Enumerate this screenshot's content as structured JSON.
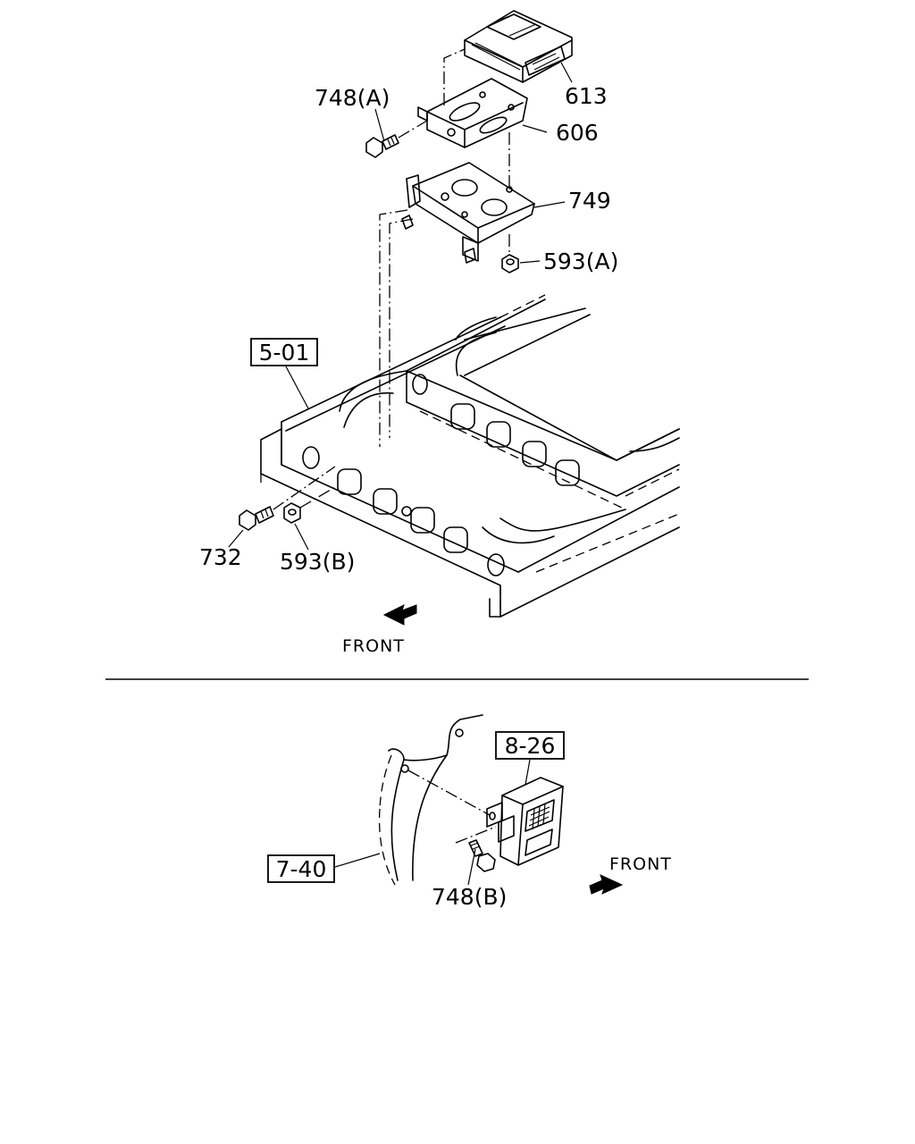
{
  "part_labels": {
    "p613": "613",
    "p748a": "748(A)",
    "p606": "606",
    "p749": "749",
    "p593a": "593(A)",
    "p732": "732",
    "p593b": "593(B)",
    "p748b": "748(B)"
  },
  "reference_boxes": {
    "r501": "5-01",
    "r826": "8-26",
    "r740": "7-40"
  },
  "direction_labels": {
    "front_top": "FRONT",
    "front_bottom": "FRONT"
  }
}
